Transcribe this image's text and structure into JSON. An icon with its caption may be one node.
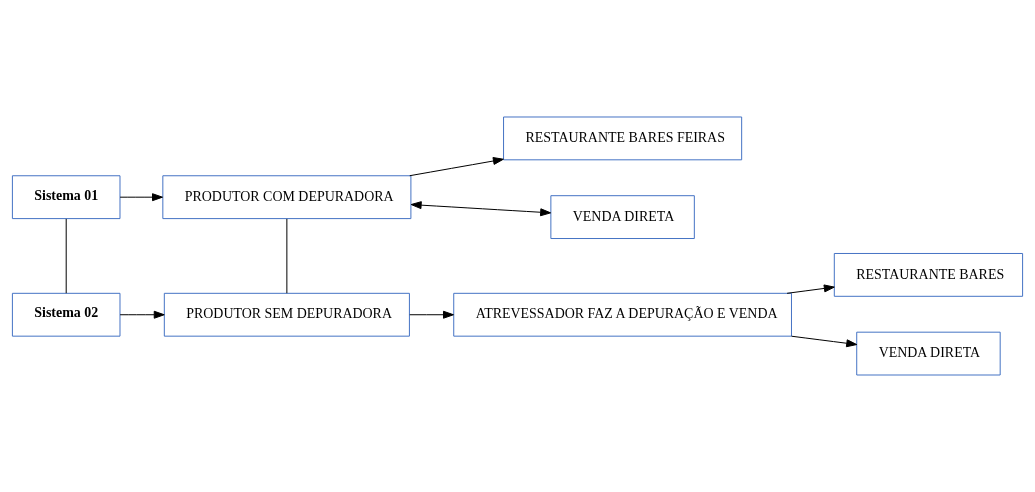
{
  "diagram": {
    "nodes": [
      {
        "text": [
          "Sistema 01"
        ]
      },
      {
        "text": [
          "PRODUTOR COM DEPURADORA"
        ]
      },
      {
        "text": [
          "RESTAURANTE BARES FEIRAS"
        ]
      },
      {
        "text": [
          "VENDA DIRETA"
        ]
      },
      {
        "text": [
          "Sistema 02"
        ]
      },
      {
        "text": [
          "PRODUTOR SEM DEPURADORA"
        ]
      },
      {
        "text": [
          "ATREVESSADOR FAZ A DEPURAÇÃO E VENDA"
        ]
      },
      {
        "text": [
          "RESTAURANTE BARES"
        ]
      },
      {
        "text": [
          "VENDA DIRETA"
        ]
      }
    ],
    "edges": [
      {
        "from": 0,
        "to": 1,
        "arrow": "to"
      },
      {
        "from": 1,
        "to": 2,
        "arrow": "to"
      },
      {
        "from": 1,
        "to": 3,
        "arrow": "both"
      },
      {
        "from": 0,
        "to": 4,
        "arrow": "none"
      },
      {
        "from": 1,
        "to": 5,
        "arrow": "none"
      },
      {
        "from": 4,
        "to": 5,
        "arrow": "to"
      },
      {
        "from": 5,
        "to": 6,
        "arrow": "to"
      },
      {
        "from": 6,
        "to": 7,
        "arrow": "to"
      },
      {
        "from": 6,
        "to": 8,
        "arrow": "to"
      }
    ]
  }
}
